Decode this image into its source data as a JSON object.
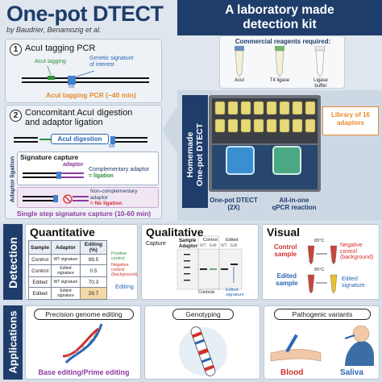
{
  "header": {
    "title": "One-pot DTECT",
    "authors": "by Baudrier, Benamozig et al.",
    "kit_title_line1": "A laboratory made",
    "kit_title_line2": "detection kit"
  },
  "step1": {
    "number": "1",
    "title": "AcuI tagging PCR",
    "acui_label": "AcuI tagging",
    "genetic_label_line1": "Genetic signature",
    "genetic_label_line2": "of interest",
    "nn": "NN",
    "caption": "AcuI tagging PCR (~40 min)"
  },
  "step2": {
    "number": "2",
    "title_line1": "Concomitant AcuI digestion",
    "title_line2": "and adaptor ligation",
    "digestion_label": "AcuI digestion",
    "nn": "NN",
    "side_label": "Adaptor ligation",
    "signature_capture": "Signature capture",
    "adaptor": "adaptor",
    "complementary_line1": "Complementary adaptor",
    "complementary_line2": "= ligation",
    "noncomp_line1": "Non-complementary",
    "noncomp_line2": "adaptor",
    "noncomp_line3": "= No ligation",
    "caption": "Single step signature capture (10-60 min)"
  },
  "reagents": {
    "title": "Commercial reagents required:",
    "items": [
      "AcuI",
      "T4 ligase",
      "Ligase buffer"
    ]
  },
  "kit": {
    "side_label_line1": "Homemade",
    "side_label_line2": "One-pot DTECT",
    "library": "Library of 16 adaptors",
    "left_caption_line1": "One-pot DTECT",
    "left_caption_line2": "(2X)",
    "right_caption_line1": "All-in-one",
    "right_caption_line2": "qPCR reaction"
  },
  "detection": {
    "side_label": "Detection",
    "quantitative": {
      "title": "Quantitative",
      "headers": [
        "Sample",
        "Adaptor",
        "Editing (%)"
      ],
      "rows": [
        {
          "sample": "Control",
          "adaptor": "WT signature",
          "value": "99.5"
        },
        {
          "sample": "Control",
          "adaptor": "Edited signature",
          "value": "0.5"
        },
        {
          "sample": "Edited",
          "adaptor": "WT signature",
          "value": "70.3"
        },
        {
          "sample": "Edited",
          "adaptor": "Edited signature",
          "value": "29.7"
        }
      ],
      "positive_control_line1": "Positive",
      "positive_control_line2": "control",
      "negative_control_line1": "Negative",
      "negative_control_line2": "control",
      "negative_control_line3": "(background)",
      "editing_label": "Editing"
    },
    "qualitative": {
      "title": "Qualitative",
      "capture": "Capture",
      "sample": "Sample",
      "adaptor": "Adaptor",
      "controls_header": "Control",
      "edited_header": "Edited",
      "lanes": [
        "WT",
        "Edit",
        "WT",
        "Edit"
      ],
      "controls": "Controls",
      "edited_signature_line1": "Edited",
      "edited_signature_line2": "signature"
    },
    "visual": {
      "title": "Visual",
      "temp": "65°C",
      "control_sample_line1": "Control",
      "control_sample_line2": "sample",
      "edited_sample_line1": "Edited",
      "edited_sample_line2": "sample",
      "negative_line1": "Negative",
      "negative_line2": "control",
      "negative_line3": "(background)",
      "edited_signature_line1": "Edited",
      "edited_signature_line2": "signature"
    }
  },
  "applications": {
    "side_label": "Applications",
    "precision": "Precision genome editing",
    "precision_caption": "Base editing/Prime editing",
    "genotyping": "Genotyping",
    "pathogenic": "Pathogenic variants",
    "blood": "Blood",
    "saliva": "Saliva"
  },
  "colors": {
    "navy": "#1f3d6b",
    "orange": "#e8892b",
    "red": "#d0312d",
    "green": "#2f8f3a",
    "purple": "#8e3aa0"
  }
}
